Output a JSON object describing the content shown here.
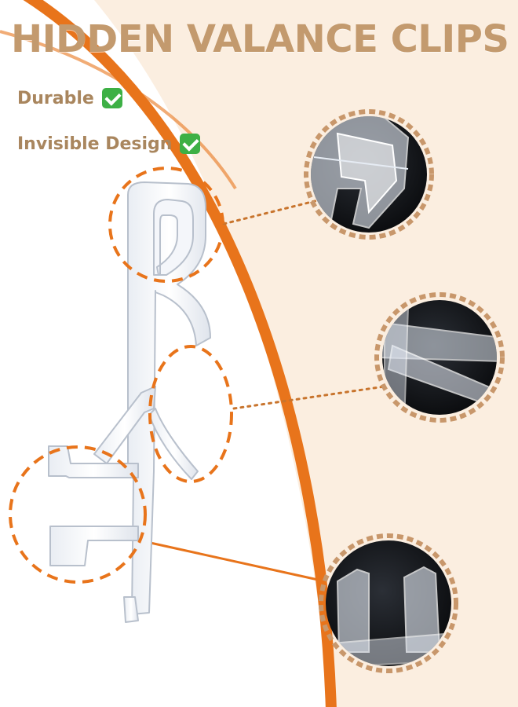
{
  "title": "HIDDEN VALANCE CLIPS",
  "features": [
    {
      "label": "Durable",
      "icon": "check-mark-icon"
    },
    {
      "label": "Invisible Design",
      "icon": "check-mark-icon"
    }
  ],
  "colors": {
    "title": "#c39a6e",
    "feature_text": "#a9865e",
    "accent_orange": "#e8741b",
    "panel_cream": "#fbeee0",
    "detail_border": "#c8976b",
    "check_green": "#3db045"
  }
}
